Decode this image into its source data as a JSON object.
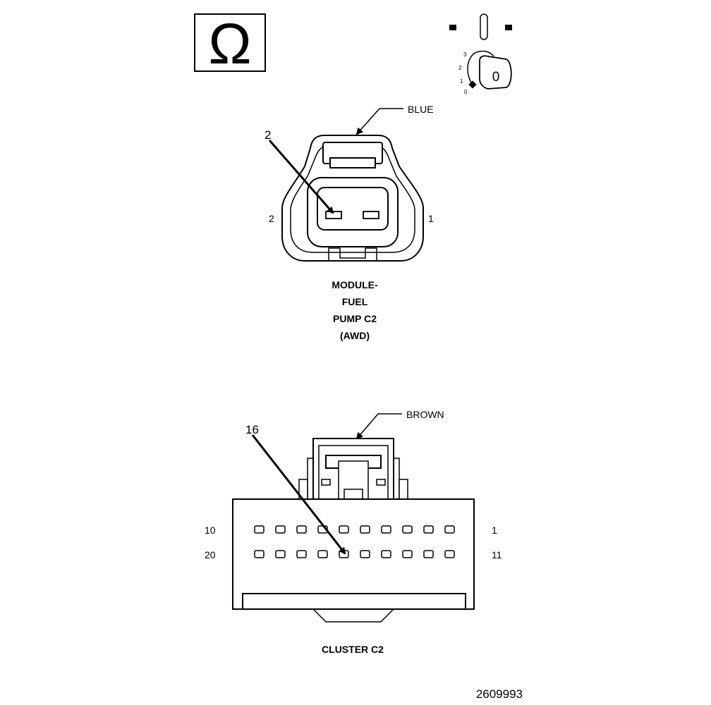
{
  "ohm_symbol": "Ω",
  "ignition": {
    "positions": [
      "3",
      "2",
      "1",
      "0"
    ],
    "key_label": "0"
  },
  "connector_top": {
    "color_label": "BLUE",
    "pointer_pin": "2",
    "left_pin": "2",
    "right_pin": "1",
    "name_lines": [
      "MODULE-",
      "FUEL",
      "PUMP C2",
      "(AWD)"
    ]
  },
  "connector_bottom": {
    "color_label": "BROWN",
    "pointer_pin": "16",
    "row1_left": "10",
    "row1_right": "1",
    "row2_left": "20",
    "row2_right": "11",
    "name": "CLUSTER C2"
  },
  "figure_id": "2609993"
}
